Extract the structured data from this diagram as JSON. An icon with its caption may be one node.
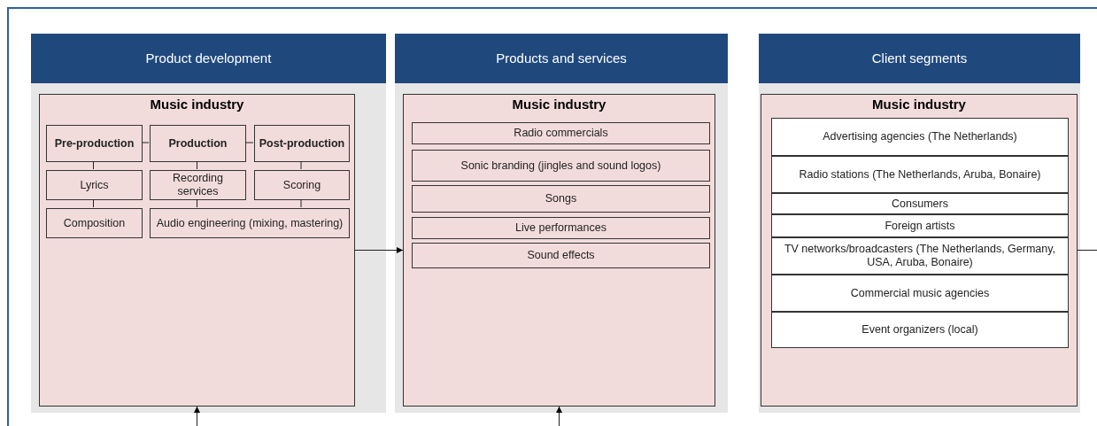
{
  "diagram": {
    "nodes": [
      {
        "text": [
          "Product development"
        ]
      },
      {
        "text": [
          "Music industry"
        ],
        "in": 0
      },
      {
        "text": [
          "Pre-production"
        ],
        "in": 1
      },
      {
        "text": [
          "Production"
        ],
        "in": 1
      },
      {
        "text": [
          "Post-production"
        ],
        "in": 1
      },
      {
        "text": [
          "Lyrics"
        ],
        "in": 1
      },
      {
        "text": [
          "Recording services"
        ],
        "in": 1
      },
      {
        "text": [
          "Scoring"
        ],
        "in": 1
      },
      {
        "text": [
          "Composition"
        ],
        "in": 1
      },
      {
        "text": [
          "Audio engineering (mixing, mastering)"
        ],
        "in": 1
      },
      {
        "text": [
          "Products and services"
        ]
      },
      {
        "text": [
          "Music industry"
        ],
        "in": 10
      },
      {
        "text": [
          "Radio commercials"
        ],
        "in": 11
      },
      {
        "text": [
          "Sonic branding (jingles and sound logos)"
        ],
        "in": 11
      },
      {
        "text": [
          "Songs"
        ],
        "in": 11
      },
      {
        "text": [
          "Live performances"
        ],
        "in": 11
      },
      {
        "text": [
          "Sound effects"
        ],
        "in": 11
      },
      {
        "text": [
          "Client segments"
        ]
      },
      {
        "text": [
          "Music industry"
        ],
        "in": 17
      },
      {
        "text": [
          "Advertising agencies (The Netherlands)"
        ],
        "in": 18
      },
      {
        "text": [
          "Radio stations (The Netherlands, Aruba, Bonaire)"
        ],
        "in": 18
      },
      {
        "text": [
          "Consumers"
        ],
        "in": 18
      },
      {
        "text": [
          "Foreign artists"
        ],
        "in": 18
      },
      {
        "text": [
          "TV networks/broadcasters (The Netherlands, Germany, USA, Aruba, Bonaire)"
        ],
        "in": 18
      },
      {
        "text": [
          "Commercial music agencies"
        ],
        "in": 18
      },
      {
        "text": [
          "Event organizers (local)"
        ],
        "in": 18
      }
    ],
    "edges": [
      {
        "from": 2,
        "to": 3,
        "arrow": "none"
      },
      {
        "from": 3,
        "to": 4,
        "arrow": "none"
      },
      {
        "from": 2,
        "to": 5,
        "arrow": "none"
      },
      {
        "from": 5,
        "to": 8,
        "arrow": "none"
      },
      {
        "from": 3,
        "to": 6,
        "arrow": "none"
      },
      {
        "from": 4,
        "to": 7,
        "arrow": "none"
      },
      {
        "from": 6,
        "to": 9,
        "arrow": "none"
      },
      {
        "from": 7,
        "to": 9,
        "arrow": "none"
      },
      {
        "from": 1,
        "to": 11,
        "arrow": "to"
      },
      {
        "from": null,
        "to": 1,
        "arrow": "to"
      },
      {
        "from": null,
        "to": 11,
        "arrow": "to"
      },
      {
        "from": 18,
        "to": null,
        "arrow": "none"
      }
    ]
  }
}
